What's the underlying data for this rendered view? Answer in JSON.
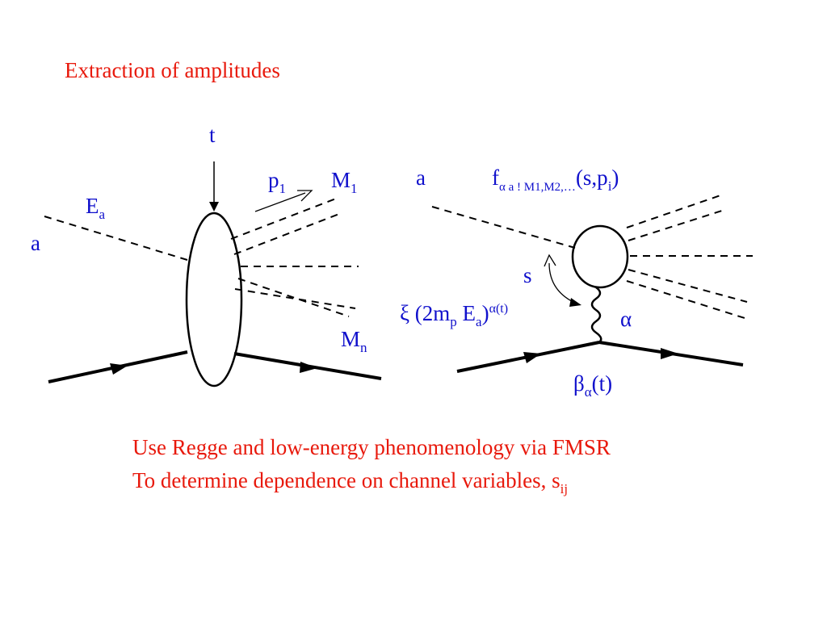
{
  "slide": {
    "title": "Extraction of amplitudes",
    "notes": {
      "line1": "Use Regge and low-energy phenomenology via FMSR",
      "line2_text": "To determine dependence on channel variables, s",
      "line2_sub": "ij"
    }
  },
  "diagram_left": {
    "t": "t",
    "p": "p",
    "p_sub": "1",
    "M1": "M",
    "M1_sub": "1",
    "E": "E",
    "E_sub": "a",
    "a": "a",
    "Mn": "M",
    "Mn_sub": "n"
  },
  "diagram_right": {
    "a": "a",
    "f": "f",
    "f_sub": "α a ! M1,M2,…",
    "f_args_open": "(s,p",
    "f_args_sub": "i",
    "f_args_close": ")",
    "s": "s",
    "xi_prefix": "ξ (2m",
    "xi_sub_p": "p",
    "xi_mid": " E",
    "xi_sub_a": "a",
    "xi_close": ")",
    "xi_sup": "α(t)",
    "alpha": "α",
    "beta": "β",
    "beta_sub": "α",
    "beta_arg": "(t)"
  },
  "colors": {
    "title": "#e8190c",
    "labels": "#1010cc",
    "lines": "#000000"
  }
}
